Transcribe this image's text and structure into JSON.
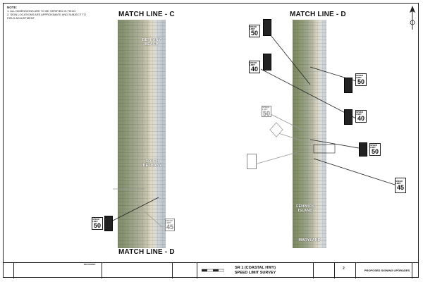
{
  "notes": {
    "heading": "NOTE:",
    "line1": "1. ALL DIMENSIONS ARE TO BE VERIFIED IN FIELD.",
    "line2": "2. SIGN LOCATIONS ARE APPROXIMATE AND SUBJECT TO",
    "line3": "   FIELD ADJUSTMENT."
  },
  "match_lines": {
    "top_left": "MATCH LINE - C",
    "top_right": "MATCH LINE - D",
    "bottom_left": "MATCH LINE - D"
  },
  "places": {
    "bethany": "BETHANY\nBEACH",
    "south_bethany": "SOUTH\nBETHANY",
    "fenwick": "FENWICK\nISLAND",
    "maryland": "MARYLAND"
  },
  "signs": [
    {
      "id": "s1",
      "title": "SPEED LIMIT",
      "value": "50",
      "style": "light"
    },
    {
      "id": "s2",
      "title": "SPEED LIMIT",
      "value": "40",
      "style": "light"
    },
    {
      "id": "s3",
      "title": "SPEED LIMIT",
      "value": "50",
      "style": "light"
    },
    {
      "id": "s4",
      "title": "SPEED LIMIT",
      "value": "40",
      "style": "light"
    },
    {
      "id": "s5",
      "title": "SPEED LIMIT",
      "value": "50",
      "style": "light"
    },
    {
      "id": "s6",
      "title": "SPEED LIMIT",
      "value": "45",
      "style": "light"
    },
    {
      "id": "s7",
      "title": "SPEED LIMIT",
      "value": "50",
      "style": "light"
    },
    {
      "id": "s8",
      "title": "SPEED LIMIT",
      "value": "50",
      "style": "light"
    },
    {
      "id": "s9",
      "title": "SPEED LIMIT",
      "value": "45",
      "style": "light"
    }
  ],
  "titleblock": {
    "revisions_header": "REVISIONS",
    "title_line1": "SR 1 (COASTAL HWY)",
    "title_line2": "SPEED LIMIT SURVEY",
    "sheet_title": "PROPOSED SIGNING UPGRADES",
    "sheet_no": "2"
  }
}
